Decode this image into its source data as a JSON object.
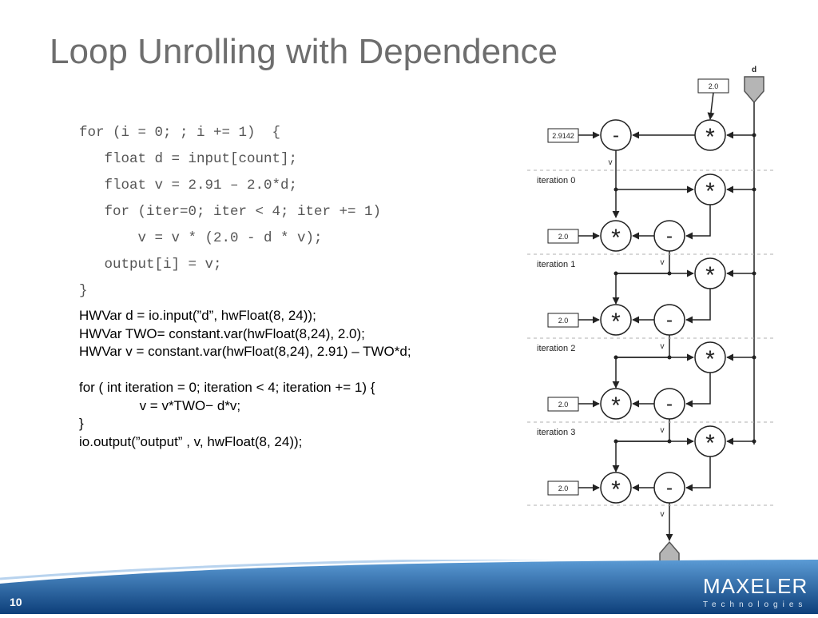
{
  "title": "Loop Unrolling with Dependence",
  "code_lines": [
    "for (i = 0; ; i += 1)  {",
    "   float d = input[count];",
    "   float v = 2.91 – 2.0*d;",
    "   for (iter=0; iter < 4; iter += 1)",
    "       v = v * (2.0 - d * v);",
    "   output[i] = v;",
    "}"
  ],
  "hw_lines": [
    "HWVar d = io.input(”d”, hwFloat(8, 24));",
    "HWVar TWO= constant.var(hwFloat(8,24), 2.0);",
    "HWVar v = constant.var(hwFloat(8,24), 2.91) – TWO*d;",
    "",
    "for ( int iteration = 0; iteration < 4; iteration += 1) {",
    "                v = v*TWO− d*v;",
    "}",
    "io.output(”output” , v, hwFloat(8, 24));"
  ],
  "diagram": {
    "input_label": "d",
    "top_const": "2.0",
    "init_const": "2.9142",
    "init_sub_op": "-",
    "init_mul_op": "*",
    "v_label": "v",
    "iterations": [
      {
        "label": "iteration 0",
        "const": "2.0",
        "mul_op": "*",
        "sub_op": "-",
        "v_label": "v"
      },
      {
        "label": "iteration 1",
        "const": "2.0",
        "mul_op": "*",
        "sub_op": "-",
        "v_label": "v"
      },
      {
        "label": "iteration 2",
        "const": "2.0",
        "mul_op": "*",
        "sub_op": "-",
        "v_label": "v"
      },
      {
        "label": "iteration 3",
        "const": "2.0",
        "mul_op": "*",
        "sub_op": "-",
        "v_label": "v"
      }
    ]
  },
  "footer": {
    "slide_number": "10",
    "logo_text": "MAXELER",
    "logo_subtext": "Technologies"
  },
  "colors": {
    "title": "#6e6e6e",
    "code": "#555555",
    "footer_blue": "#1f5fa3"
  }
}
